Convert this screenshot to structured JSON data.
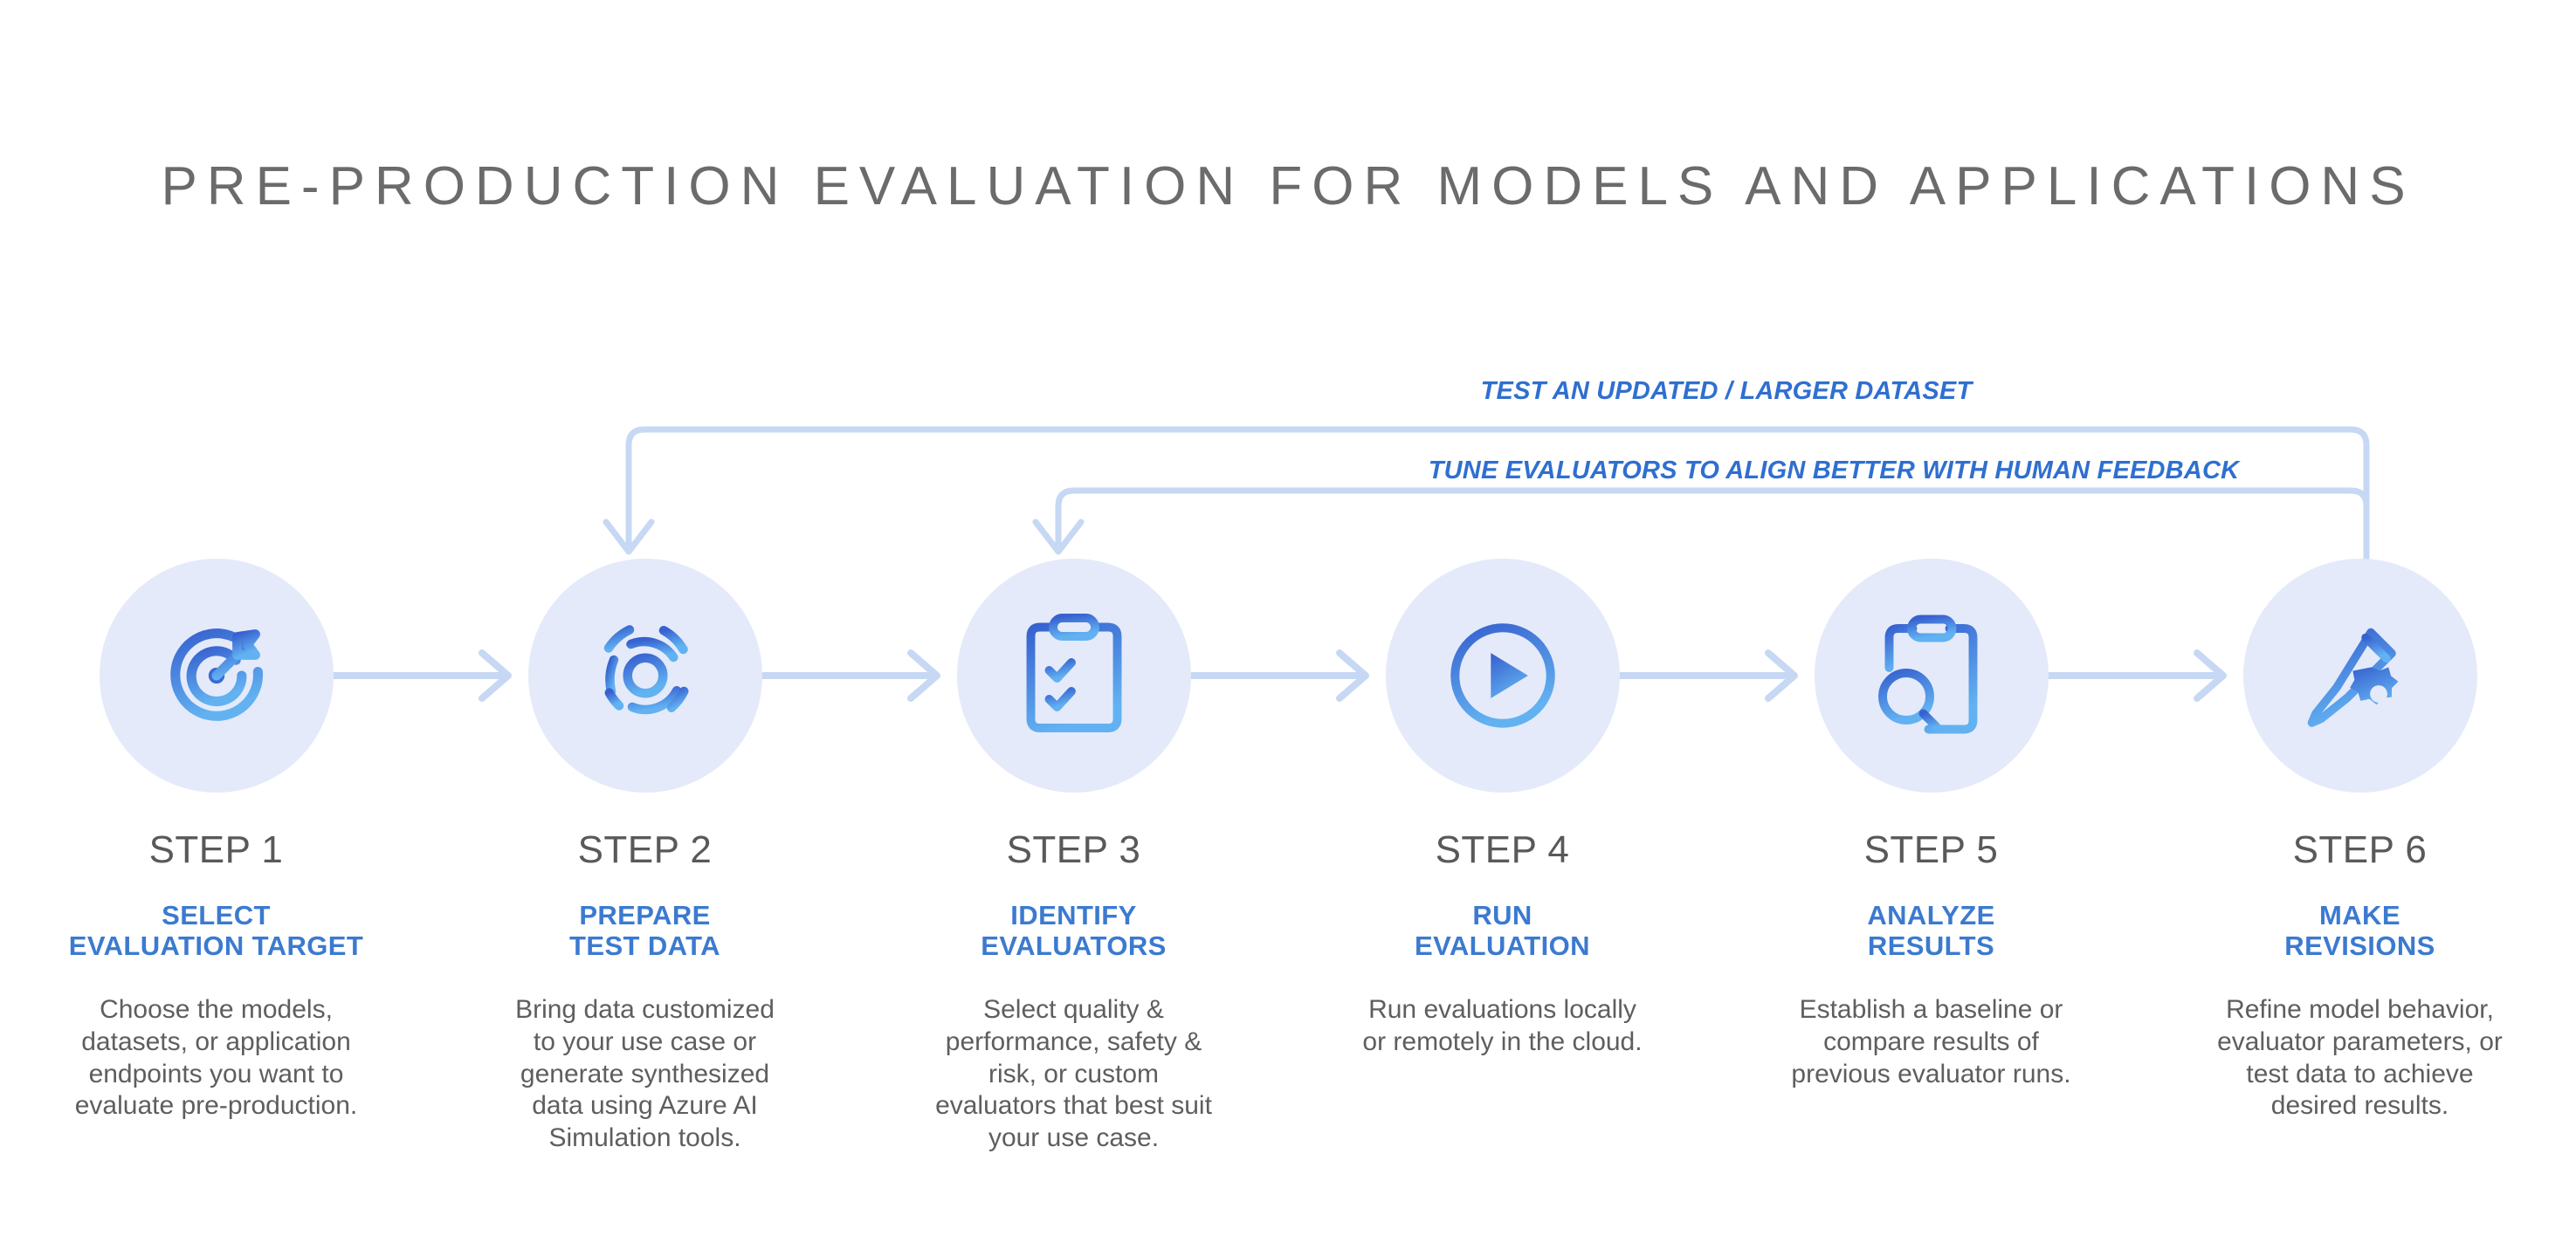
{
  "title": "PRE-PRODUCTION EVALUATION FOR MODELS AND APPLICATIONS",
  "colors": {
    "accent_blue": "#3b7ad0",
    "icon_blue_dark": "#3b6fd4",
    "icon_blue_light": "#5aa9ef",
    "circle_fill": "#e4eaf9",
    "connector": "#c6d8f3",
    "title_gray": "#6b6b6b",
    "body_gray": "#5e5e5e",
    "step_number_gray": "#595959",
    "background": "#ffffff"
  },
  "feedback_loops": [
    {
      "label": "TEST AN UPDATED / LARGER DATASET",
      "from_step": "STEP 6",
      "to_step": "STEP 2"
    },
    {
      "label": "TUNE EVALUATORS TO ALIGN BETTER WITH HUMAN FEEDBACK",
      "from_step": "STEP 6",
      "to_step": "STEP 3"
    }
  ],
  "connector_arrow_count": 5,
  "steps": [
    {
      "number": "STEP 1",
      "heading": "SELECT\nEVALUATION TARGET",
      "description": "Choose the models,\ndatasets, or application\nendpoints you want to\nevaluate pre-production.",
      "icon": "target-arrow-icon"
    },
    {
      "number": "STEP 2",
      "heading": "PREPARE\nTEST DATA",
      "description": "Bring data customized\nto your use case or\ngenerate synthesized\ndata using Azure AI\nSimulation tools.",
      "icon": "radar-rings-icon"
    },
    {
      "number": "STEP 3",
      "heading": "IDENTIFY\nEVALUATORS",
      "description": "Select quality &\nperformance, safety &\nrisk, or custom\nevaluators that best suit\nyour use case.",
      "icon": "clipboard-checklist-icon"
    },
    {
      "number": "STEP 4",
      "heading": "RUN\nEVALUATION",
      "description": "Run evaluations locally\nor remotely in the cloud.",
      "icon": "play-circle-icon"
    },
    {
      "number": "STEP 5",
      "heading": "ANALYZE\nRESULTS",
      "description": "Establish a baseline or\ncompare results of\nprevious evaluator runs.",
      "icon": "clipboard-search-icon"
    },
    {
      "number": "STEP 6",
      "heading": "MAKE\nREVISIONS",
      "description": "Refine model behavior,\nevaluator parameters, or\ntest data to achieve\ndesired results.",
      "icon": "pencil-gear-icon"
    }
  ]
}
